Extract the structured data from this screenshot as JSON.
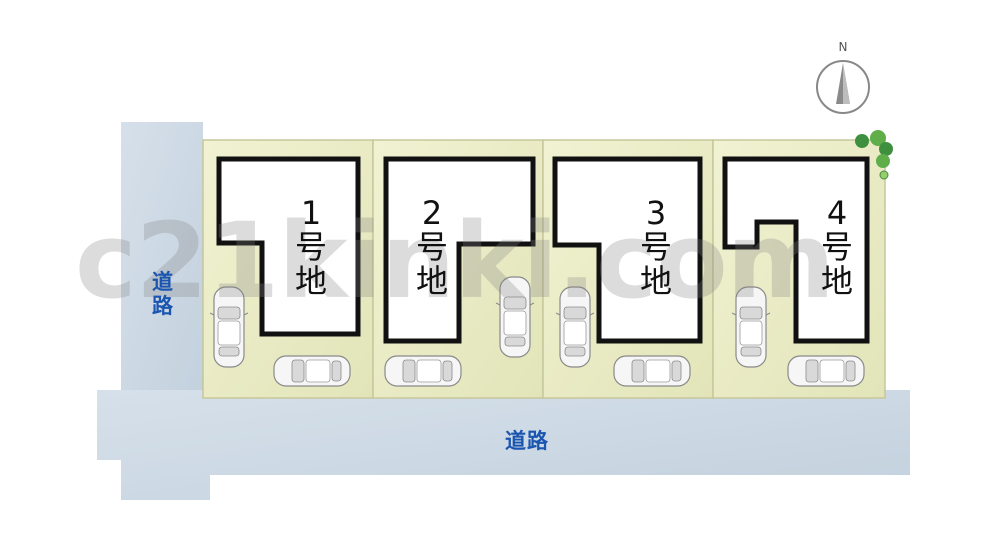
{
  "roads": {
    "west_label": "道路",
    "south_label": "道路"
  },
  "lots": [
    {
      "number": "1",
      "suffix_1": "号",
      "suffix_2": "地"
    },
    {
      "number": "2",
      "suffix_1": "号",
      "suffix_2": "地"
    },
    {
      "number": "3",
      "suffix_1": "号",
      "suffix_2": "地"
    },
    {
      "number": "4",
      "suffix_1": "号",
      "suffix_2": "地"
    }
  ],
  "compass": {
    "letter": "N"
  },
  "watermark": "c21kinki.com",
  "colors": {
    "road": "#cfdbe6",
    "lot": "#ecedc6",
    "building_outline": "#111111",
    "road_label": "#1a55b0"
  }
}
